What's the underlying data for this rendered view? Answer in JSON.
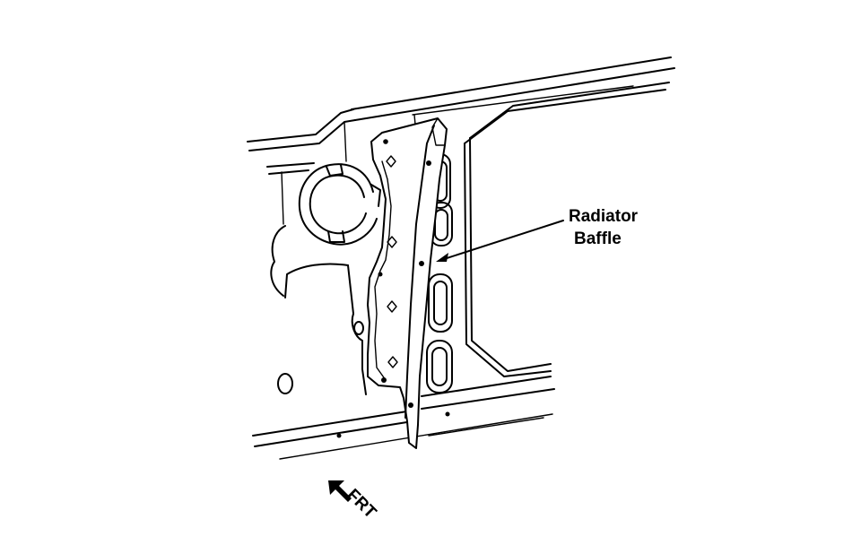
{
  "callout": {
    "line1": "Radiator",
    "line2": "Baffle"
  },
  "direction_marker": {
    "label": "FRT",
    "icon": "front-arrow-icon"
  }
}
